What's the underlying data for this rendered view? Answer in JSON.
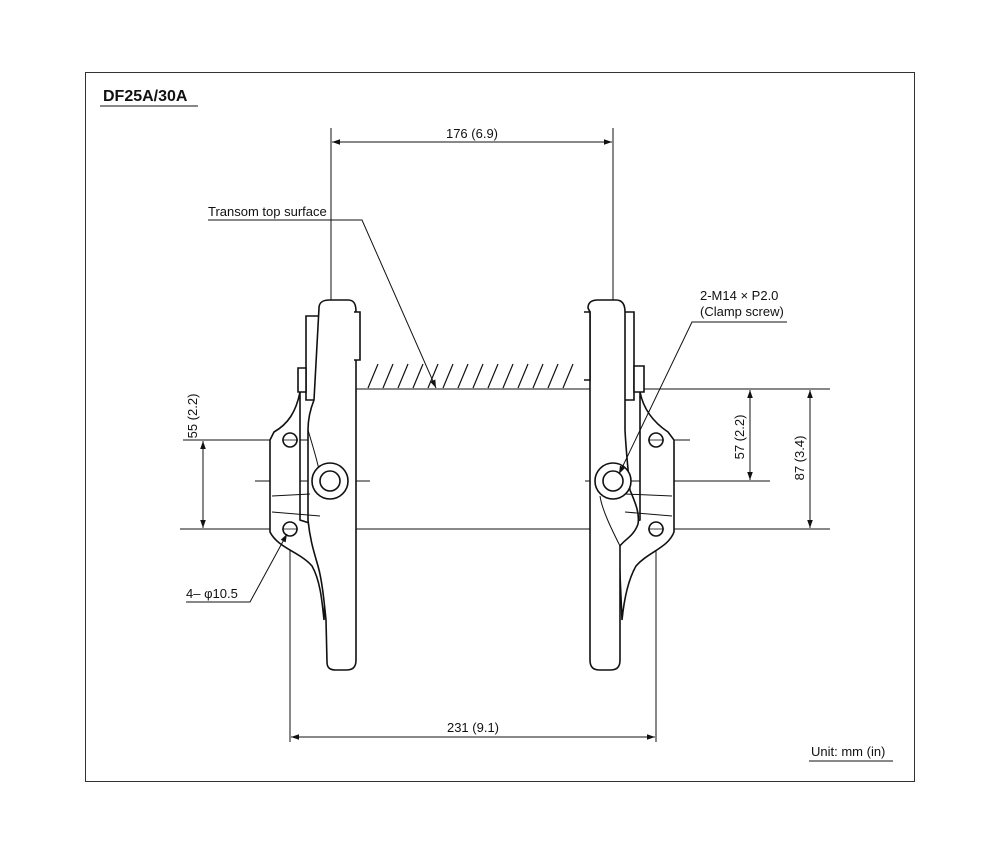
{
  "title": "DF25A/30A",
  "unit_note": "Unit: mm (in)",
  "labels": {
    "transom": "Transom top surface",
    "clamp_line1": "2-M14 × P2.0",
    "clamp_line2": "(Clamp screw)",
    "holes": "4– φ10.5"
  },
  "dimensions": {
    "top_width": "176 (6.9)",
    "bottom_width": "231 (9.1)",
    "left_height": "55 (2.2)",
    "right_height_a": "57 (2.2)",
    "right_height_b": "87 (3.4)"
  }
}
